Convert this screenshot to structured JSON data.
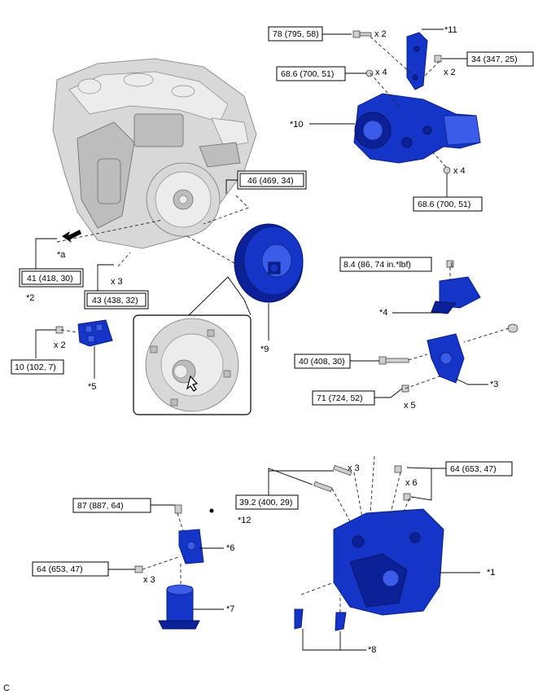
{
  "torque_labels": {
    "t_78": "78 (795, 58)",
    "t_34": "34 (347, 25)",
    "t_68_top": "68.6 (700, 51)",
    "t_68_bot": "68.6 (700, 51)",
    "t_46": "46 (469, 34)",
    "t_41": "41 (418, 30)",
    "t_43": "43 (438, 32)",
    "t_10": "10 (102, 7)",
    "t_8_4": "8.4 (86, 74 in.*lbf)",
    "t_40": "40 (408, 30)",
    "t_71": "71 (724, 52)",
    "t_87": "87 (887, 64)",
    "t_64_left": "64 (653, 47)",
    "t_39": "39.2 (400, 29)",
    "t_64_right": "64 (653, 47)"
  },
  "quantities": {
    "q_78": "x 2",
    "q_34": "x 2",
    "q_68_top": "x 4",
    "q_68_bot": "x 4",
    "q_43": "x 3",
    "q_10": "x 2",
    "q_71": "x 5",
    "q_64_left": "x 3",
    "q_39": "x 3",
    "q_64_right": "x 6"
  },
  "part_labels": {
    "p1": "*1",
    "p2": "*2",
    "p3": "*3",
    "p4": "*4",
    "p5": "*5",
    "p6": "*6",
    "p7": "*7",
    "p8": "*8",
    "p9": "*9",
    "p10": "*10",
    "p11": "*11",
    "p12": "*12",
    "pa": "*a"
  },
  "corner_code": "C",
  "colors": {
    "part_blue": "#1535c8",
    "engine_gray": "#d8d8d8",
    "line": "#000000"
  }
}
